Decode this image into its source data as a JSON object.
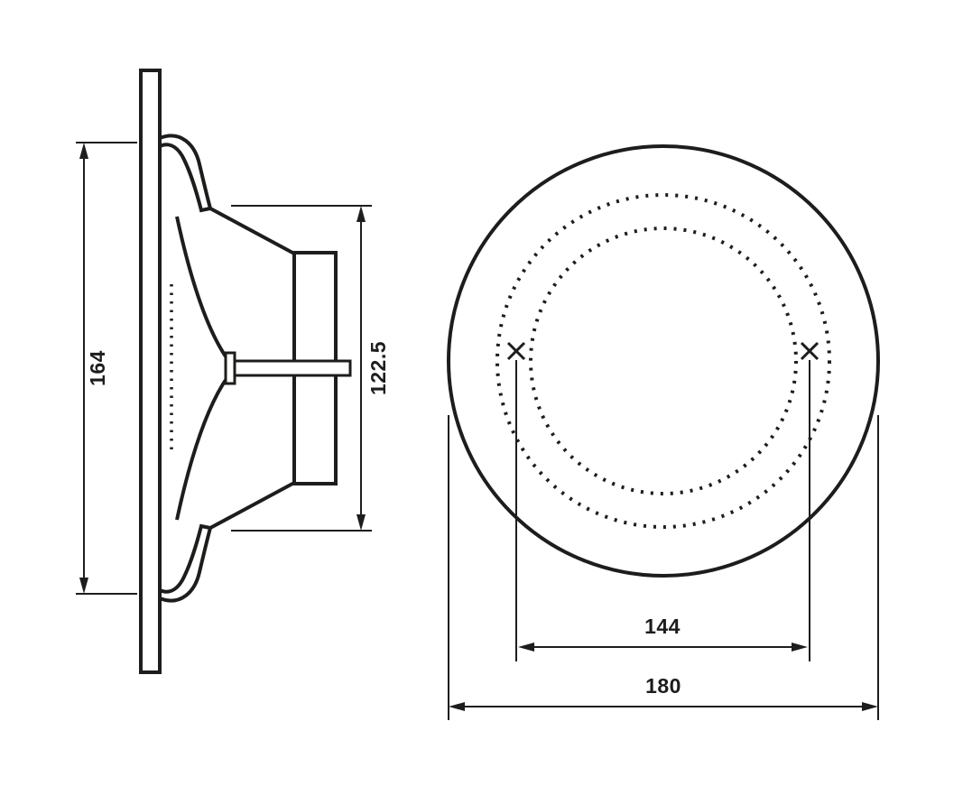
{
  "drawing": {
    "background_color": "#ffffff",
    "line_color": "#1d1d1b",
    "views": {
      "side": {
        "name": "side-section-view"
      },
      "front": {
        "name": "front-view"
      }
    },
    "dimensions": {
      "side_overall_height": "164",
      "side_inner_height": "122.5",
      "front_hole_spacing": "144",
      "front_outer_diameter": "180"
    },
    "markers": {
      "left_hole": "x-mark",
      "right_hole": "x-mark"
    }
  }
}
